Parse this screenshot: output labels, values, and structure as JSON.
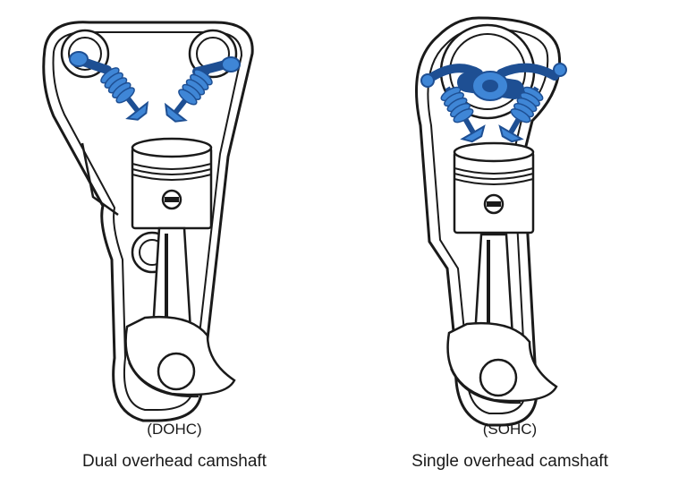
{
  "colors": {
    "outline": "#1a1a1a",
    "valve_blue": "#3f86d6",
    "valve_blue_dark": "#1e4f93",
    "background": "#ffffff"
  },
  "diagrams": [
    {
      "id": "dohc",
      "abbreviation": "(DOHC)",
      "label": "Dual overhead camshaft"
    },
    {
      "id": "sohc",
      "abbreviation": "(SOHC)",
      "label": "Single overhead camshaft"
    }
  ]
}
